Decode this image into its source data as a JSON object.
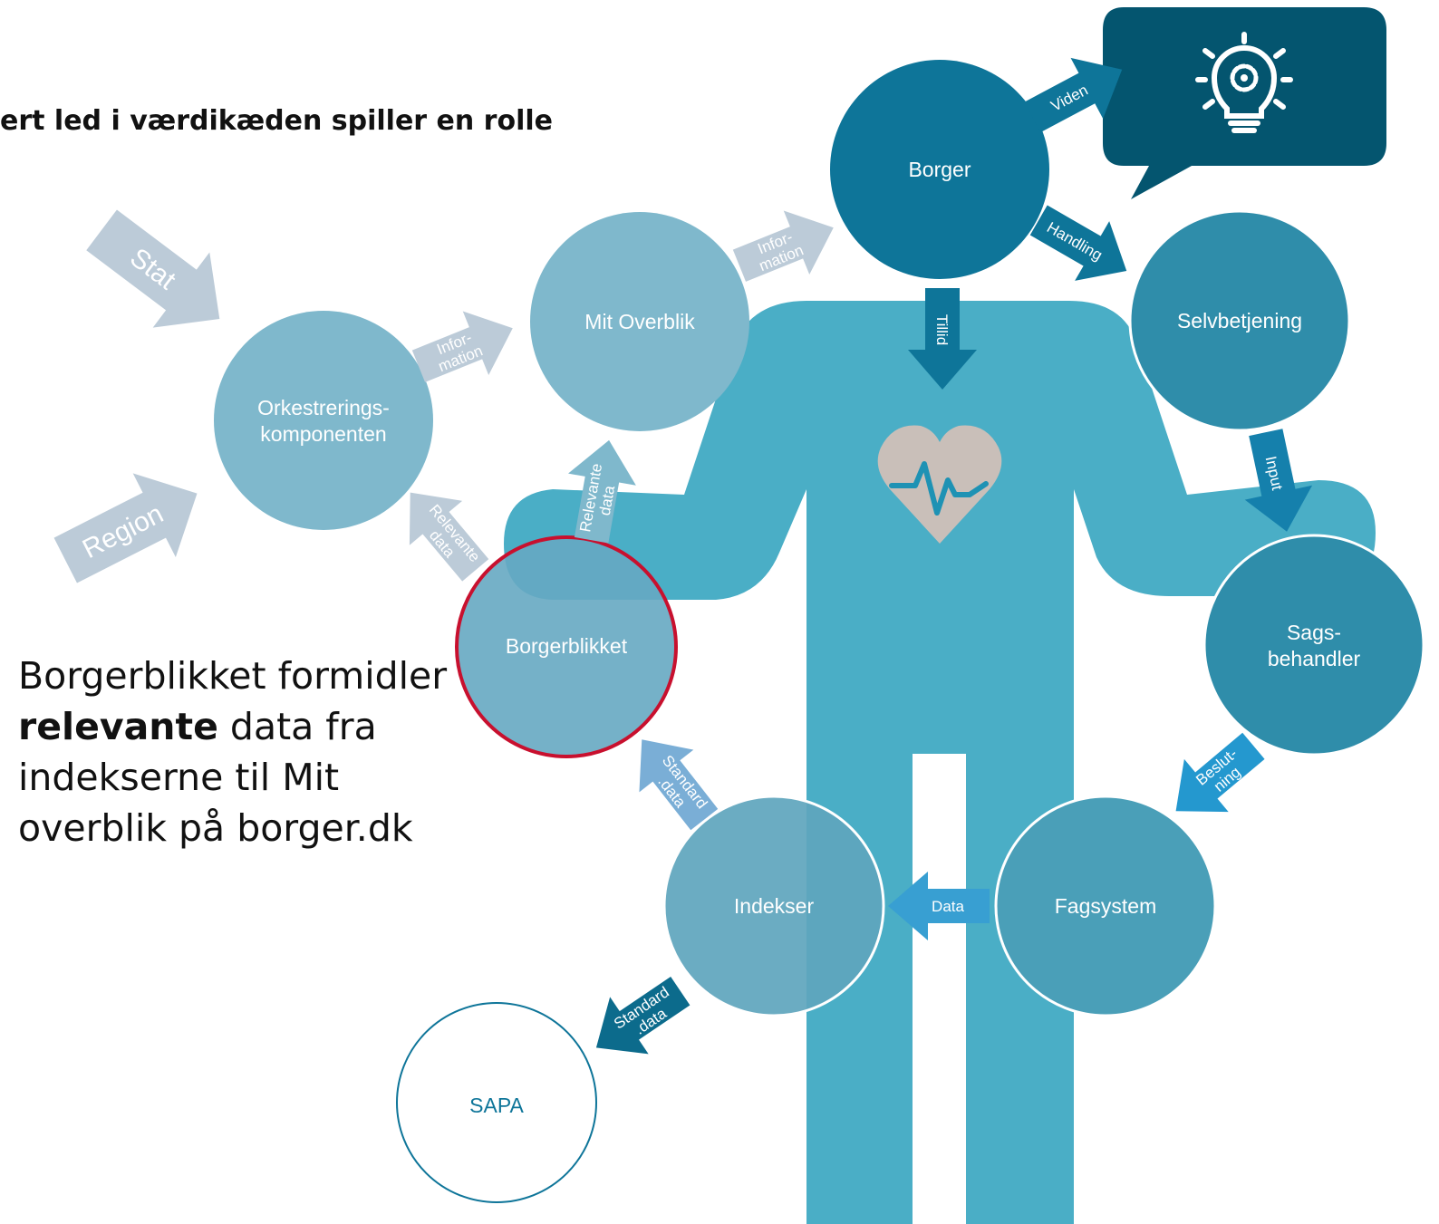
{
  "heading": "ert led i værdikæden spiller en rolle",
  "caption": {
    "line1": "Borgerblikket formidler",
    "bold_word": "relevante",
    "rest_line2": " data fra",
    "line3": "indekserne til Mit",
    "line4": "overblik på borger.dk"
  },
  "nodes": {
    "borger": "Borger",
    "mit_overblik": "Mit Overblik",
    "orkestrering_line1": "Orkestrerings-",
    "orkestrering_line2": "komponenten",
    "selvbetjening": "Selvbetjening",
    "borgerblikket": "Borgerblikket",
    "sagsbehandler_line1": "Sags-",
    "sagsbehandler_line2": "behandler",
    "indekser": "Indekser",
    "fagsystem": "Fagsystem",
    "sapa": "SAPA"
  },
  "arrows": {
    "stat": "Stat",
    "region": "Region",
    "information_1_line1": "Infor-",
    "information_1_line2": "mation",
    "information_2_line1": "Infor-",
    "information_2_line2": "mation",
    "viden": "Viden",
    "handling": "Handling",
    "tillid": "Tillid",
    "input": "Input",
    "beslutning_line1": "Beslut-",
    "beslutning_line2": "ning",
    "data": "Data",
    "standard_data_1_line1": "Standard",
    "standard_data_1_line2": ".data",
    "standard_data_2_line1": "Standard",
    "standard_data_2_line2": ".data",
    "relevante_data_1_line1": "Relevante",
    "relevante_data_1_line2": "data",
    "relevante_data_2_line1": "Relevante",
    "relevante_data_2_line2": "data"
  },
  "colors": {
    "body": "#4aaec6",
    "dark_node": "#0e7599",
    "mid_node": "#2f8daa",
    "light_node": "#7fb8cc",
    "pale_arrow": "#bccbd8",
    "highlight_ring": "#c8102e",
    "bulb_box": "#04556f",
    "heart": "#c9bfb9"
  },
  "icons": [
    "lightbulb-gear-icon",
    "heart-pulse-icon"
  ]
}
